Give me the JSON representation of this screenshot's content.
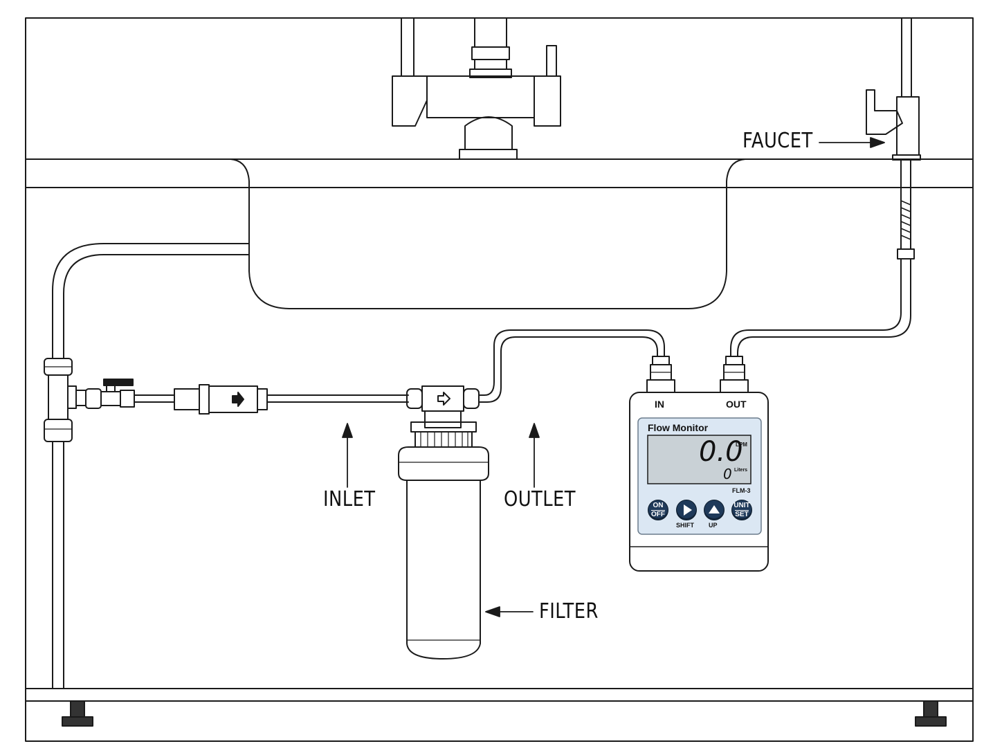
{
  "labels": {
    "faucet": "FAUCET",
    "inlet": "INLET",
    "outlet": "OUTLET",
    "filter": "FILTER"
  },
  "monitor": {
    "port_in": "IN",
    "port_out": "OUT",
    "title": "Flow Monitor",
    "flow_value": "0.0",
    "flow_unit": "LPM",
    "total_value": "0",
    "total_unit": "Liters",
    "model": "FLM-3",
    "buttons": {
      "on_off_top": "ON",
      "on_off_bottom": "OFF",
      "shift_label": "SHIFT",
      "up_label": "UP",
      "unit_set_top": "UNIT",
      "unit_set_bottom": "SET"
    },
    "screen_color": "#c9d1d6",
    "panel_color": "#dbe7f3",
    "button_color": "#1f3a5a"
  },
  "icons": [
    "kitchen-faucet-icon",
    "drinking-faucet-icon",
    "tee-fitting-icon",
    "ball-valve-icon",
    "check-valve-icon",
    "filter-housing-icon",
    "leveling-foot-icon"
  ]
}
